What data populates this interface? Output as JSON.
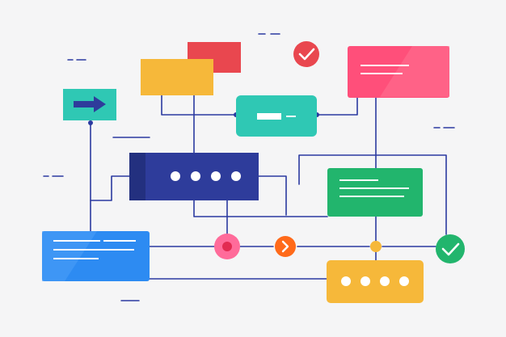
{
  "colors": {
    "background": "#f5f5f6",
    "connector": "#2b3aa0",
    "accent_red": "#e9474f",
    "accent_yellow": "#f6b83a",
    "accent_teal": "#2fc8b4",
    "accent_pink": "#ff4f7a",
    "accent_navy": "#2e3c9b",
    "accent_green": "#22b56d",
    "accent_blue": "#2d8bf2",
    "accent_orange": "#ff6a1a",
    "white": "#ffffff"
  },
  "icons": [
    "checkmark-icon",
    "arrow-right-icon",
    "chevron-right-icon",
    "dot-icon",
    "ellipsis-icon"
  ],
  "diagram": {
    "boxes": [
      {
        "name": "top-red-card"
      },
      {
        "name": "top-yellow-card"
      },
      {
        "name": "teal-arrow-card"
      },
      {
        "name": "center-teal-card"
      },
      {
        "name": "pink-card"
      },
      {
        "name": "navy-dots-card"
      },
      {
        "name": "green-card"
      },
      {
        "name": "blue-card"
      },
      {
        "name": "yellow-dots-card"
      }
    ],
    "status_badges": [
      {
        "name": "top-check-badge"
      },
      {
        "name": "bottom-check-badge"
      }
    ]
  }
}
